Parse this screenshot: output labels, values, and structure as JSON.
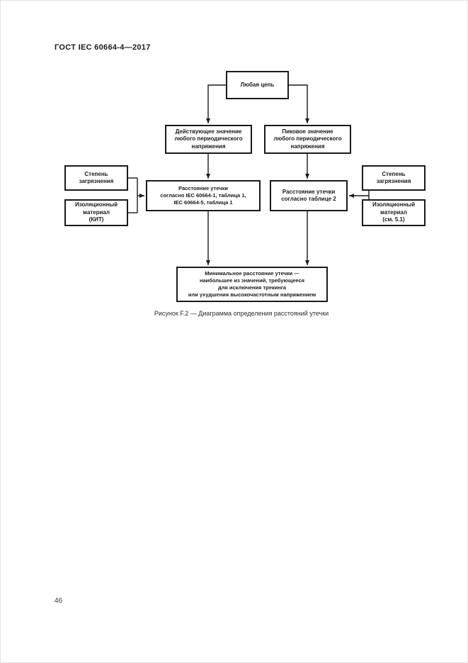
{
  "document": {
    "header": "ГОСТ IEC 60664-4—2017",
    "page_number": "46"
  },
  "figure": {
    "caption": "Рисунок F.2 — Диаграмма определения расстояний утечки",
    "type": "flowchart",
    "boxes": {
      "any_circuit": "Любая цепь",
      "rms_value": [
        "Действующее значение",
        "любого периодического",
        "напряжения"
      ],
      "peak_value": [
        "Пиковое значение",
        "любого периодического",
        "напряжения"
      ],
      "pollution_degree_left": [
        "Степень",
        "загрязнения"
      ],
      "insulation_material_left": [
        "Изоляционный",
        "материал",
        "(КИТ)"
      ],
      "creepage_iec_tables": [
        "Расстояние утечки",
        "согласно IEC 60664-1, таблица 1,",
        "IEC 60664-5, таблица 1"
      ],
      "creepage_table2": [
        "Расстояние утечки",
        "согласно таблице 2"
      ],
      "pollution_degree_right": [
        "Степень",
        "загрязнения"
      ],
      "insulation_material_right": [
        "Изоляционный",
        "материал",
        "(см. 5.1)"
      ],
      "minimum_creepage": [
        "Минимальное расстояние утечки —",
        "наибольшее из значений, требующееся",
        "для исключения трекинга",
        "или ухудшения высокочастотным напряжением"
      ]
    },
    "flow": [
      "any_circuit -> rms_value",
      "any_circuit -> peak_value",
      "rms_value -> creepage_iec_tables",
      "peak_value -> creepage_table2",
      "pollution_degree_left + insulation_material_left -> creepage_iec_tables",
      "pollution_degree_right + insulation_material_right -> creepage_table2",
      "creepage_iec_tables -> minimum_creepage",
      "creepage_table2 -> minimum_creepage"
    ]
  },
  "colors": {
    "line": "#1a1a1a",
    "text": "#1a1a1a",
    "background": "#ffffff"
  }
}
